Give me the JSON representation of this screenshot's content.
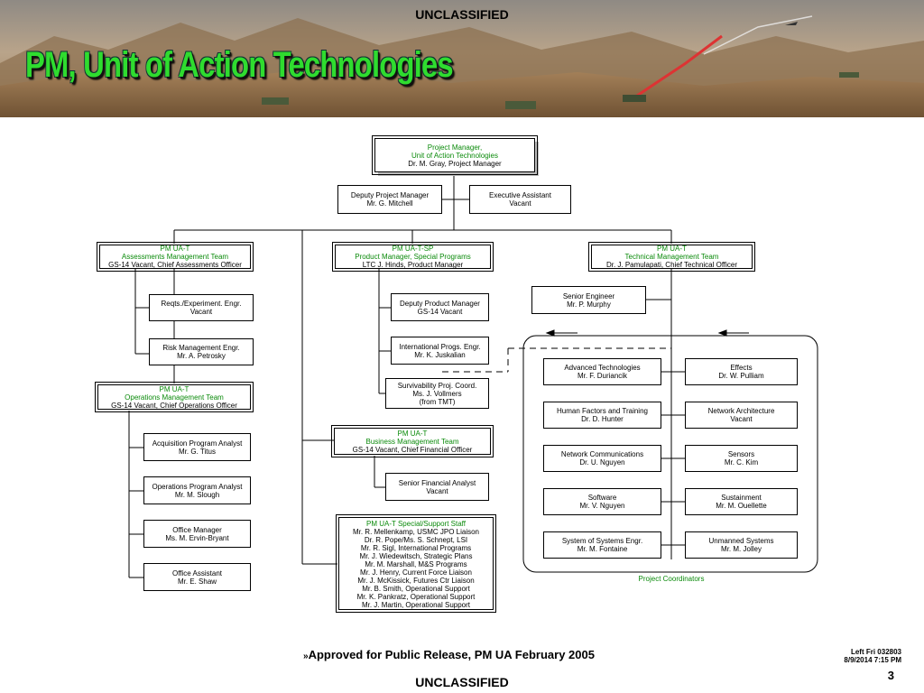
{
  "header": {
    "classification_top": "UNCLASSIFIED",
    "title": "PM, Unit of Action Technologies"
  },
  "org": {
    "pm": [
      "Project Manager,",
      "Unit of Action Technologies",
      "Dr. M. Gray, Project Manager"
    ],
    "deputy": [
      "Deputy Project Manager",
      "Mr. G. Mitchell"
    ],
    "exec": [
      "Executive Assistant",
      "Vacant"
    ],
    "assess": [
      "PM UA-T",
      "Assessments Management Team",
      "GS-14 Vacant, Chief Assessments Officer"
    ],
    "reqts": [
      "Reqts./Experiment. Engr.",
      "Vacant"
    ],
    "risk": [
      "Risk Management Engr.",
      "Mr. A. Petrosky"
    ],
    "ops": [
      "PM UA-T",
      "Operations Management Team",
      "GS-14 Vacant, Chief Operations Officer"
    ],
    "acq": [
      "Acquisition Program Analyst",
      "Mr. G. Titus"
    ],
    "opsanalyst": [
      "Operations Program Analyst",
      "Mr. M. Slough"
    ],
    "officemgr": [
      "Office Manager",
      "Ms. M. Ervin-Bryant"
    ],
    "officeasst": [
      "Office Assistant",
      "Mr. E. Shaw"
    ],
    "sp": [
      "PM UA-T-SP",
      "Product Manager, Special Programs",
      "LTC J. Hinds, Product Manager"
    ],
    "dpm": [
      "Deputy Product Manager",
      "GS-14 Vacant"
    ],
    "intl": [
      "International Progs. Engr.",
      "Mr. K. Juskalian"
    ],
    "surv": [
      "Survivability Proj. Coord.",
      "Ms. J. Vollmers",
      "(from TMT)"
    ],
    "biz": [
      "PM UA-T",
      "Business Management Team",
      "GS-14 Vacant, Chief Financial Officer"
    ],
    "sfa": [
      "Senior Financial Analyst",
      "Vacant"
    ],
    "staff": {
      "title": "PM UA-T Special/Support Staff",
      "members": [
        "Mr. R. Mellenkamp, USMC JPO Liaison",
        "Dr. R. Pope/Ms. S. Schnept, LSI",
        "Mr. R. Sigl, International Programs",
        "Mr. J. Wiedewitsch, Strategic Plans",
        "Mr. M. Marshall, M&S Programs",
        "Mr. J. Henry, Current Force Liaison",
        "Mr. J. McKissick, Futures Ctr Liaison",
        "Mr. B. Smith, Operational Support",
        "Mr. K. Pankratz, Operational Support",
        "Mr. J. Martin, Operational Support"
      ]
    },
    "tech": [
      "PM UA-T",
      "Technical Management Team",
      "Dr. J. Pamulapati, Chief Technical Officer"
    ],
    "senior": [
      "Senior Engineer",
      "Mr. P. Murphy"
    ],
    "adv": [
      "Advanced Technologies",
      "Mr. F. Duriancik"
    ],
    "hft": [
      "Human Factors and Training",
      "Dr. D. Hunter"
    ],
    "netcom": [
      "Network Communications",
      "Dr. U. Nguyen"
    ],
    "software": [
      "Software",
      "Mr. V. Nguyen"
    ],
    "sos": [
      "System of Systems Engr.",
      "Mr. M. Fontaine"
    ],
    "effects": [
      "Effects",
      "Dr. W. Pulliam"
    ],
    "netarch": [
      "Network Architecture",
      "Vacant"
    ],
    "sensors": [
      "Sensors",
      "Mr. C. Kim"
    ],
    "sustain": [
      "Sustainment",
      "Mr. M. Ouellette"
    ],
    "unmanned": [
      "Unmanned Systems",
      "Mr. M. Jolley"
    ],
    "coordinators_label": "Project Coordinators"
  },
  "footer": {
    "approved_prefix": "»",
    "approved": "Approved for Public Release, PM UA February 2005",
    "left_line1": "Left Fri 032803",
    "left_line2": "8/9/2014 7:15 PM",
    "page": "3",
    "classification_bottom": "UNCLASSIFIED"
  },
  "colors": {
    "title_green": "#2fdc2f",
    "team_green": "#0a8a0a"
  }
}
